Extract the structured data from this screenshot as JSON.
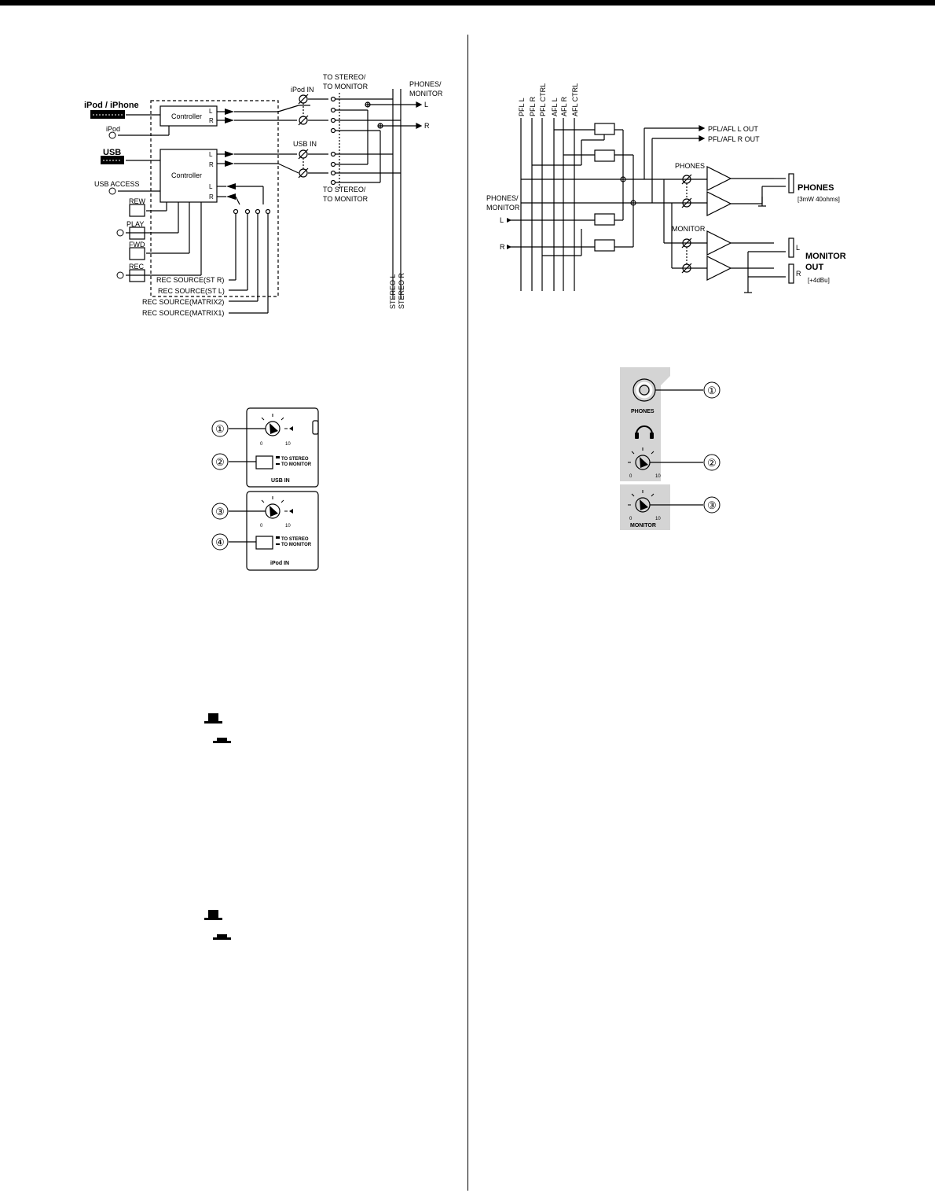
{
  "ipod_usb_diagram": {
    "ipod_iphone_label": "iPod / iPhone",
    "ipod_label": "iPod",
    "usb_label": "USB",
    "usb_access_label": "USB ACCESS",
    "controller_label": "Controller",
    "ch_l": "L",
    "ch_r": "R",
    "rew_label": "REW",
    "play_label": "PLAY",
    "fwd_label": "FWD",
    "rec_label": "REC",
    "ipod_in_label": "iPod IN",
    "usb_in_label": "USB IN",
    "to_stereo_label": "TO STEREO/",
    "to_monitor_label": "TO MONITOR",
    "phones_monitor_label_1": "PHONES/",
    "phones_monitor_label_2": "MONITOR",
    "stereo_l_label": "STEREO L",
    "stereo_r_label": "STEREO R",
    "rec_source_st_r": "REC SOURCE(ST R)",
    "rec_source_st_l": "REC SOURCE(ST L)",
    "rec_source_matrix2": "REC SOURCE(MATRIX2)",
    "rec_source_matrix1": "REC SOURCE(MATRIX1)"
  },
  "monitor_diagram": {
    "bus_labels": [
      "PFL L",
      "PFL R",
      "PFL CTRL",
      "AFL L",
      "AFL R",
      "AFL CTRL"
    ],
    "pfl_afl_l_out": "PFL/AFL L OUT",
    "pfl_afl_r_out": "PFL/AFL R OUT",
    "phones_monitor_1": "PHONES/",
    "phones_monitor_2": "MONITOR",
    "in_l": "L",
    "in_r": "R",
    "phones_vol_label": "PHONES",
    "monitor_vol_label": "MONITOR",
    "phones_out_label": "PHONES",
    "phones_spec": "[3mW 40ohms]",
    "monitor_out_label_1": "MONITOR",
    "monitor_out_label_2": "OUT",
    "monitor_spec": "[+4dBu]",
    "out_l": "L",
    "out_r": "R"
  },
  "usb_ipod_panel": {
    "callouts": [
      "①",
      "②",
      "③",
      "④"
    ],
    "knob_min": "0",
    "knob_max": "10",
    "switch_to_stereo": "TO STEREO",
    "switch_to_monitor": "TO MONITOR",
    "usb_in_title": "USB IN",
    "ipod_in_title": "iPod IN"
  },
  "phones_panel": {
    "callouts": [
      "①",
      "②",
      "③"
    ],
    "phones_title": "PHONES",
    "monitor_title": "MONITOR",
    "knob_min": "0",
    "knob_max": "10"
  },
  "icons": [
    "headphones-icon",
    "usb-stick-icon",
    "speaker-icon",
    "switch-up-icon",
    "switch-down-icon"
  ]
}
